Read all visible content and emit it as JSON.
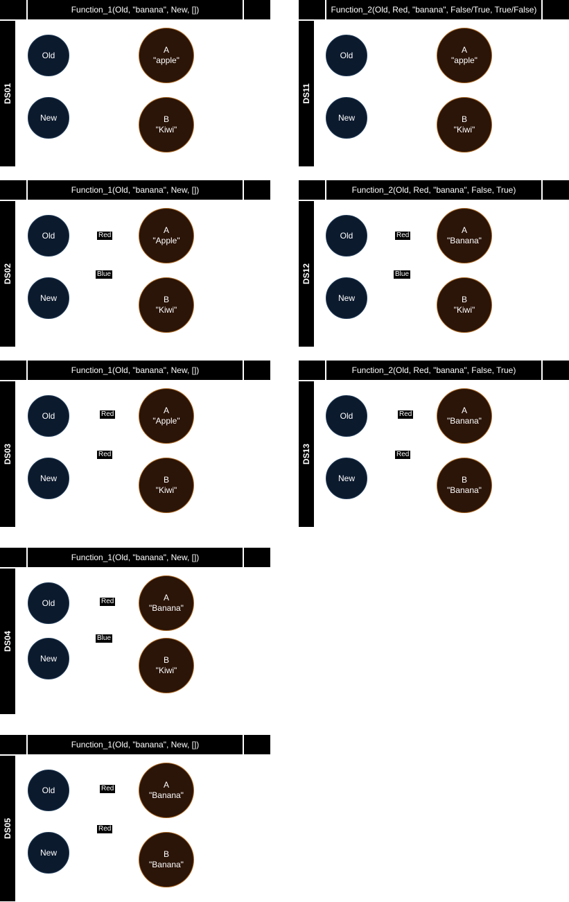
{
  "colors": {
    "header": "#000000",
    "node_fill": "#0c1a2e",
    "fruit_fill": "#2b1408",
    "fruit_border": "#a8651f"
  },
  "panels": [
    {
      "id": "DS01",
      "title": "Function_1(Old, \"banana\", New, [])",
      "old": "Old",
      "new": "New",
      "a_letter": "A",
      "a_value": "\"apple\"",
      "b_letter": "B",
      "b_value": "\"Kiwi\"",
      "tag1": "",
      "tag2": ""
    },
    {
      "id": "DS02",
      "title": "Function_1(Old, \"banana\", New, [])",
      "old": "Old",
      "new": "New",
      "a_letter": "A",
      "a_value": "\"Apple\"",
      "b_letter": "B",
      "b_value": "\"Kiwi\"",
      "tag1": "Red",
      "tag2": "Blue"
    },
    {
      "id": "DS03",
      "title": "Function_1(Old, \"banana\", New, [])",
      "old": "Old",
      "new": "New",
      "a_letter": "A",
      "a_value": "\"Apple\"",
      "b_letter": "B",
      "b_value": "\"Kiwi\"",
      "tag1": "Red",
      "tag2": "Red"
    },
    {
      "id": "DS04",
      "title": "Function_1(Old, \"banana\", New, [])",
      "old": "Old",
      "new": "New",
      "a_letter": "A",
      "a_value": "\"Banana\"",
      "b_letter": "B",
      "b_value": "\"Kiwi\"",
      "tag1": "Red",
      "tag2": "Blue"
    },
    {
      "id": "DS05",
      "title": "Function_1(Old, \"banana\", New, [])",
      "old": "Old",
      "new": "New",
      "a_letter": "A",
      "a_value": "\"Banana\"",
      "b_letter": "B",
      "b_value": "\"Banana\"",
      "tag1": "Red",
      "tag2": "Red"
    },
    {
      "id": "DS11",
      "title": "Function_2(Old, Red, \"banana\", False/True, True/False)",
      "old": "Old",
      "new": "New",
      "a_letter": "A",
      "a_value": "\"apple\"",
      "b_letter": "B",
      "b_value": "\"Kiwi\"",
      "tag1": "",
      "tag2": ""
    },
    {
      "id": "DS12",
      "title": "Function_2(Old, Red, \"banana\", False, True)",
      "old": "Old",
      "new": "New",
      "a_letter": "A",
      "a_value": "\"Banana\"",
      "b_letter": "B",
      "b_value": "\"Kiwi\"",
      "tag1": "Red",
      "tag2": "Blue"
    },
    {
      "id": "DS13",
      "title": "Function_2(Old, Red, \"banana\", False, True)",
      "old": "Old",
      "new": "New",
      "a_letter": "A",
      "a_value": "\"Banana\"",
      "b_letter": "B",
      "b_value": "\"Banana\"",
      "tag1": "Red",
      "tag2": "Red"
    }
  ]
}
